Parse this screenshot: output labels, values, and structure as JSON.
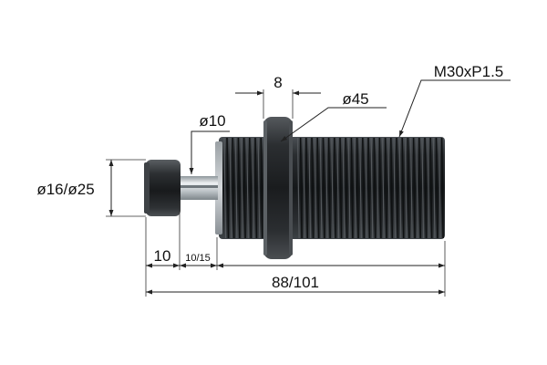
{
  "labels": {
    "thread": "M30xP1.5",
    "nut_width": "8",
    "nut_diameter": "ø45",
    "rod_diameter": "ø10",
    "cap_diameter": "ø16/ø25",
    "cap_length": "10",
    "stroke": "10/15",
    "body_length": "88/101"
  },
  "colors": {
    "part_dark": "#1f2224",
    "part_mid": "#3a3e42",
    "part_highlight": "#6a7075",
    "rod_light": "#dfe3e6",
    "rod_mid": "#a9b0b5",
    "line": "#222222",
    "background": "#ffffff"
  }
}
